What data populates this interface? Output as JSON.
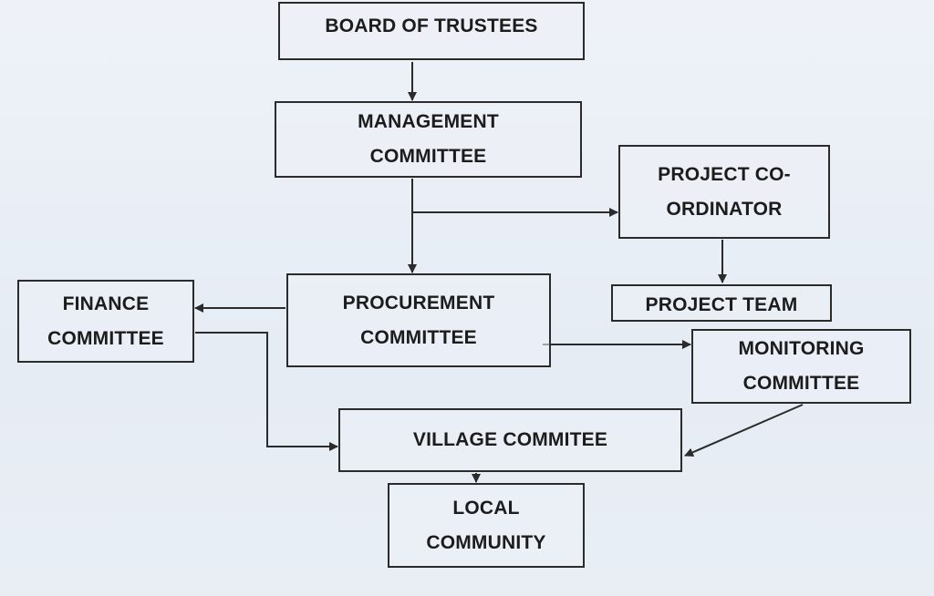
{
  "diagram": {
    "nodes": {
      "board": {
        "label": "BOARD OF TRUSTEES"
      },
      "management": {
        "label_line1": "MANAGEMENT",
        "label_line2": "COMMITTEE"
      },
      "coordinator": {
        "label_line1": "PROJECT CO-",
        "label_line2": "ORDINATOR"
      },
      "team": {
        "label": "PROJECT TEAM"
      },
      "finance": {
        "label_line1": "FINANCE",
        "label_line2": "COMMITTEE"
      },
      "procurement": {
        "label_line1": "PROCUREMENT",
        "label_line2": "COMMITTEE"
      },
      "monitoring": {
        "label_line1": "MONITORING",
        "label_line2": "COMMITTEE"
      },
      "village": {
        "label": "VILLAGE COMMITEE"
      },
      "local": {
        "label_line1": "LOCAL",
        "label_line2": "COMMUNITY"
      }
    },
    "edges": [
      {
        "from": "board",
        "to": "management"
      },
      {
        "from": "management",
        "to": "coordinator"
      },
      {
        "from": "management",
        "to": "procurement"
      },
      {
        "from": "coordinator",
        "to": "team"
      },
      {
        "from": "procurement",
        "to": "finance"
      },
      {
        "from": "procurement",
        "to": "monitoring"
      },
      {
        "from": "finance",
        "to": "village"
      },
      {
        "from": "monitoring",
        "to": "village"
      },
      {
        "from": "village",
        "to": "local"
      }
    ],
    "colors": {
      "line": "#2b2b2b",
      "background": "#e9eef6"
    }
  }
}
